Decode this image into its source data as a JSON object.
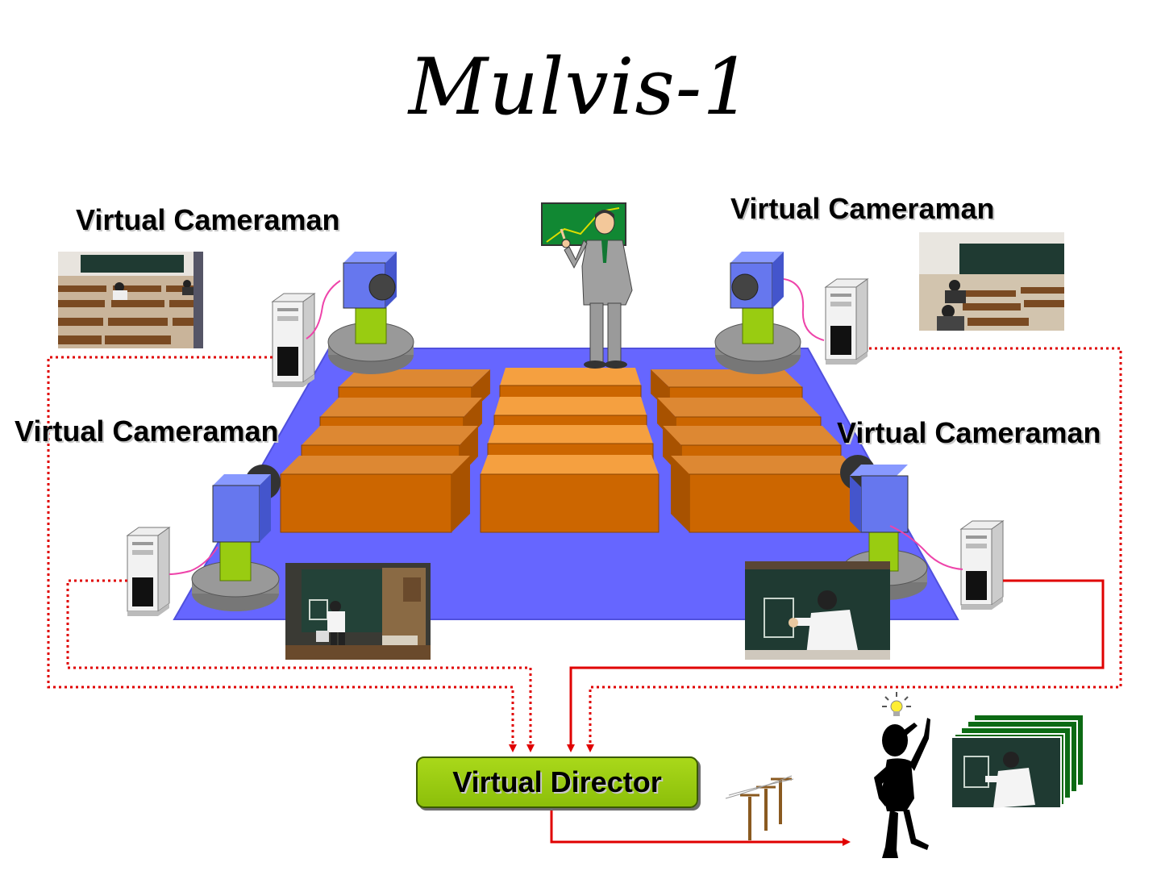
{
  "title": "Mulvis-1",
  "cameraman_labels": {
    "top_left": "Virtual Cameraman",
    "top_right": "Virtual Cameraman",
    "mid_left": "Virtual Cameraman",
    "mid_right": "Virtual Cameraman"
  },
  "director_label": "Virtual Director",
  "colors": {
    "floor": "#6666ff",
    "desk_front": "#cc6600",
    "desk_top": "#e08833",
    "center_desk_top": "#f0a040",
    "camera_body": "#6677ee",
    "camera_neck": "#99cc11",
    "camera_base": "#888888",
    "signal_line": "#e00000",
    "cable": "#ee44aa",
    "director_box": "#99cc11"
  },
  "icons": [
    "video-camera-icon",
    "computer-tower-icon",
    "lecturer-icon",
    "viewer-icon",
    "telephone-pole-icon",
    "lightbulb-icon"
  ]
}
